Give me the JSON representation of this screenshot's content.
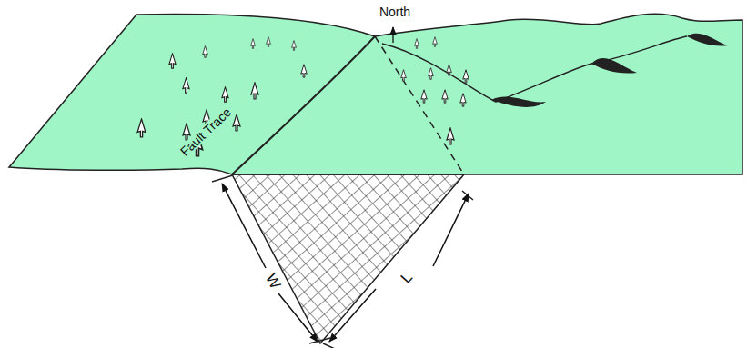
{
  "diagram": {
    "labels": [
      "North",
      "Fault Trace",
      "W",
      "L"
    ]
  }
}
